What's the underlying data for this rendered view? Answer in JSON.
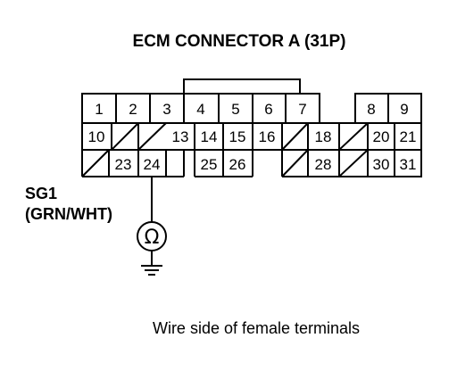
{
  "title": "ECM CONNECTOR A (31P)",
  "caption": "Wire side of female terminals",
  "signal": {
    "name": "SG1",
    "wire_color": "(GRN/WHT)"
  },
  "meter_symbol": "Ω",
  "icons": [
    "ohmmeter-icon",
    "ground-icon"
  ],
  "terminals": {
    "t1": "1",
    "t2": "2",
    "t3": "3",
    "t4": "4",
    "t5": "5",
    "t6": "6",
    "t7": "7",
    "t8": "8",
    "t9": "9",
    "t10": "10",
    "t13": "13",
    "t14": "14",
    "t15": "15",
    "t16": "16",
    "t18": "18",
    "t20": "20",
    "t21": "21",
    "t23": "23",
    "t24": "24",
    "t25": "25",
    "t26": "26",
    "t28": "28",
    "t30": "30",
    "t31": "31"
  }
}
